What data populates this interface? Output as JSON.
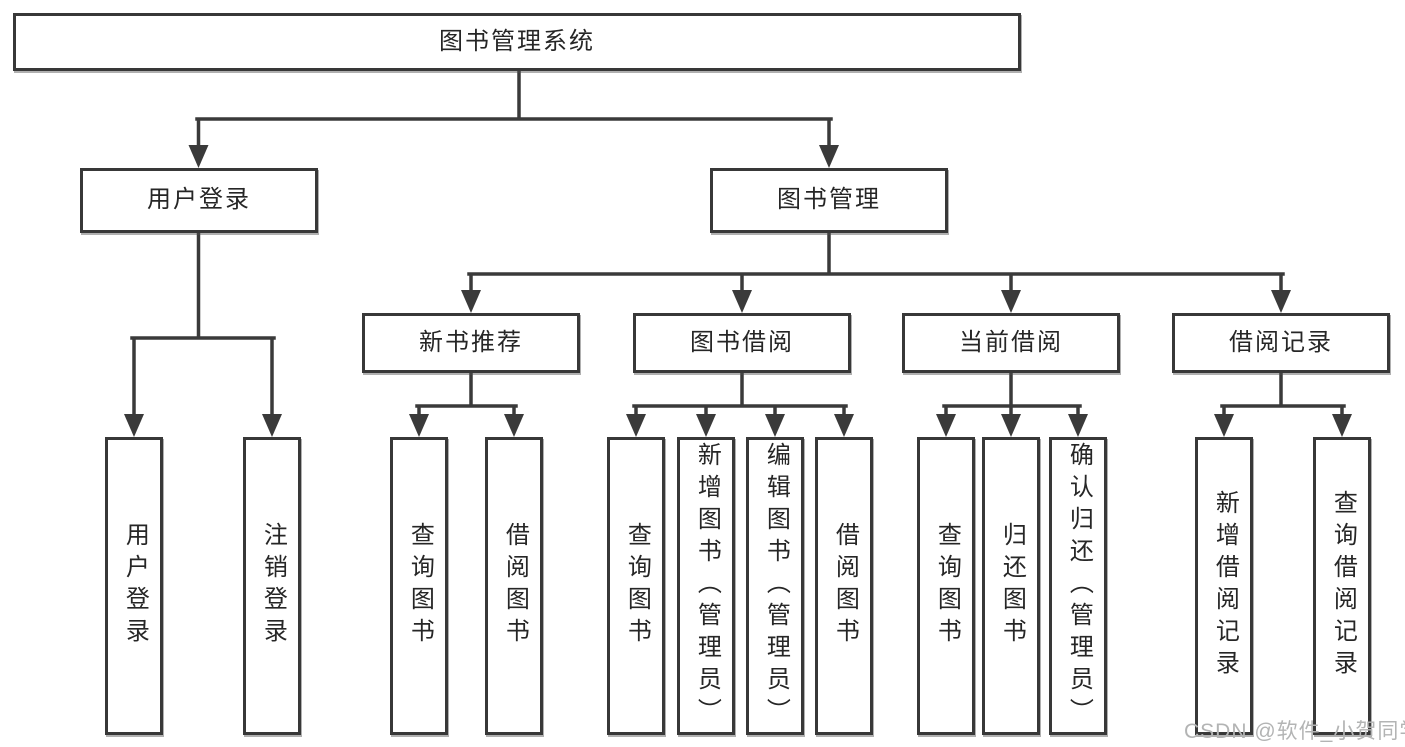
{
  "colors": {
    "background": "#ffffff",
    "line": "#3a3a3a",
    "box_border": "#383838",
    "text": "#262626",
    "watermark": "#b3b4b4"
  },
  "tree": {
    "root": {
      "label": "图书管理系统",
      "children": [
        {
          "label": "用户登录",
          "children": [
            {
              "label": "用户登录"
            },
            {
              "label": "注销登录"
            }
          ]
        },
        {
          "label": "图书管理",
          "children": [
            {
              "label": "新书推荐",
              "children": [
                {
                  "label": "查询图书"
                },
                {
                  "label": "借阅图书"
                }
              ]
            },
            {
              "label": "图书借阅",
              "children": [
                {
                  "label": "查询图书"
                },
                {
                  "label": "新增图书（管理员）"
                },
                {
                  "label": "编辑图书（管理员）"
                },
                {
                  "label": "借阅图书"
                }
              ]
            },
            {
              "label": "当前借阅",
              "children": [
                {
                  "label": "查询图书"
                },
                {
                  "label": "归还图书"
                },
                {
                  "label": "确认归还（管理员）"
                }
              ]
            },
            {
              "label": "借阅记录",
              "children": [
                {
                  "label": "新增借阅记录"
                },
                {
                  "label": "查询借阅记录"
                }
              ]
            }
          ]
        }
      ]
    }
  },
  "watermark": {
    "text": "CSDN @软件_小贺同学"
  }
}
